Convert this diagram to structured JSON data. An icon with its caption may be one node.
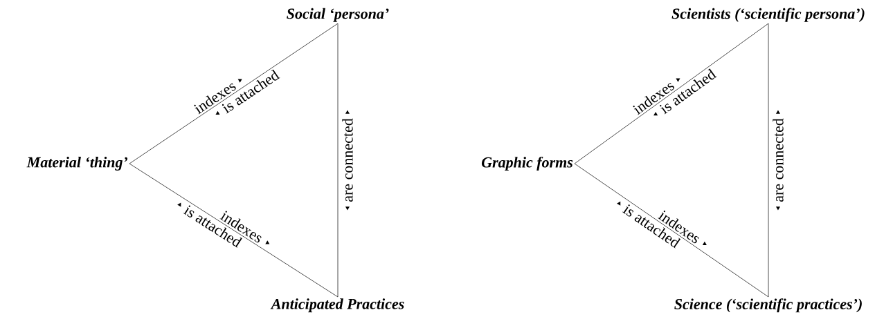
{
  "diagram": {
    "nodes": [
      {
        "text": [
          "Material ‘thing’"
        ]
      },
      {
        "text": [
          "Social ‘persona’"
        ]
      },
      {
        "text": [
          "Anticipated Practices"
        ]
      },
      {
        "text": [
          "Graphic forms"
        ]
      },
      {
        "text": [
          "Scientists (‘scientific persona’)"
        ]
      },
      {
        "text": [
          "Science (‘scientific practices’)"
        ]
      }
    ],
    "edges": [
      {
        "from": 0,
        "to": 1,
        "arrow": "none",
        "label": "indexes"
      },
      {
        "from": 0,
        "to": 2,
        "arrow": "none",
        "label": "indexes"
      },
      {
        "from": 1,
        "to": 2,
        "arrow": "none",
        "label": "are connected"
      },
      {
        "from": 3,
        "to": 4,
        "arrow": "none",
        "label": "indexes"
      },
      {
        "from": 3,
        "to": 5,
        "arrow": "none",
        "label": "indexes"
      },
      {
        "from": 4,
        "to": 5,
        "arrow": "none",
        "label": "are connected"
      }
    ],
    "labels": [
      "is attached",
      "is attached",
      "is attached",
      "is attached"
    ]
  }
}
